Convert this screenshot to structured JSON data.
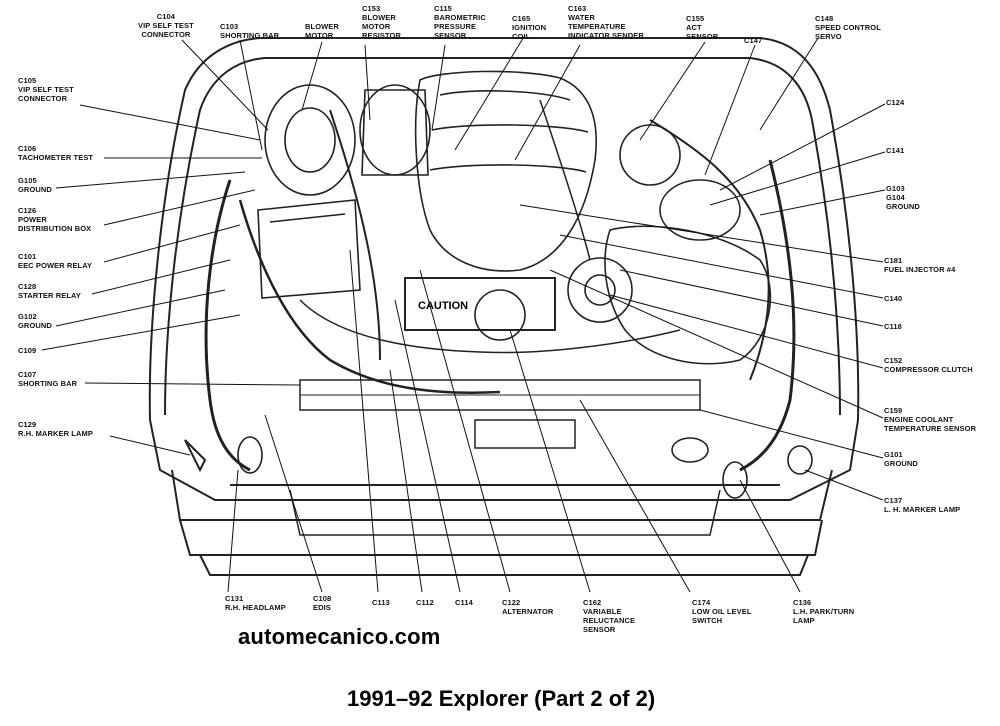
{
  "labels": {
    "c104": [
      "C104",
      "VIP SELF TEST",
      "CONNECTOR"
    ],
    "c103": [
      "C103",
      "SHORTING BAR"
    ],
    "blower_motor": [
      "BLOWER",
      "MOTOR"
    ],
    "c153": [
      "C153",
      "BLOWER",
      "MOTOR",
      "RESISTOR"
    ],
    "c115": [
      "C115",
      "BAROMETRIC",
      "PRESSURE",
      "SENSOR"
    ],
    "c165": [
      "C165",
      "IGNITION",
      "COIL"
    ],
    "c163": [
      "C163",
      "WATER",
      "TEMPERATURE",
      "INDICATOR SENDER"
    ],
    "c155": [
      "C155",
      "ACT",
      "SENSOR"
    ],
    "c147": [
      "C147"
    ],
    "c148": [
      "C148",
      "SPEED CONTROL",
      "SERVO"
    ],
    "c105": [
      "C105",
      "VIP SELF TEST",
      "CONNECTOR"
    ],
    "c124": [
      "C124"
    ],
    "c106": [
      "C106",
      "TACHOMETER TEST"
    ],
    "c141": [
      "C141"
    ],
    "g105": [
      "G105",
      "GROUND"
    ],
    "g103": [
      "G103",
      "G104",
      "GROUND"
    ],
    "c126": [
      "C126",
      "POWER",
      "DISTRIBUTION BOX"
    ],
    "c101": [
      "C101",
      "EEC POWER RELAY"
    ],
    "c181": [
      "C181",
      "FUEL INJECTOR #4"
    ],
    "c128": [
      "C128",
      "STARTER RELAY"
    ],
    "c140": [
      "C140"
    ],
    "g102": [
      "G102",
      "GROUND"
    ],
    "c118": [
      "C118"
    ],
    "c109": [
      "C109"
    ],
    "c152": [
      "C152",
      "COMPRESSOR CLUTCH"
    ],
    "c107": [
      "C107",
      "SHORTING BAR"
    ],
    "c159": [
      "C159",
      "ENGINE COOLANT",
      "TEMPERATURE SENSOR"
    ],
    "c129": [
      "C129",
      "R.H. MARKER LAMP"
    ],
    "g101": [
      "G101",
      "GROUND"
    ],
    "c137": [
      "C137",
      "L. H. MARKER LAMP"
    ],
    "c131": [
      "C131",
      "R.H. HEADLAMP"
    ],
    "c108": [
      "C108",
      "EDIS"
    ],
    "c113": [
      "C113"
    ],
    "c112": [
      "C112"
    ],
    "c114": [
      "C114"
    ],
    "c122": [
      "C122",
      "ALTERNATOR"
    ],
    "c162": [
      "C162",
      "VARIABLE",
      "RELUCTANCE",
      "SENSOR"
    ],
    "c174": [
      "C174",
      "LOW OIL LEVEL",
      "SWITCH"
    ],
    "c136": [
      "C136",
      "L.H. PARK/TURN",
      "LAMP"
    ]
  },
  "caution_text": "CAUTION",
  "watermark": "automecanico.com",
  "caption": "1991–92 Explorer (Part 2 of 2)"
}
